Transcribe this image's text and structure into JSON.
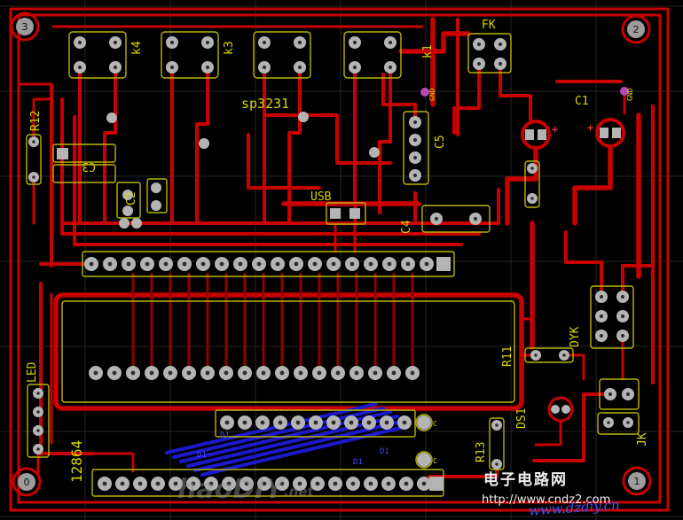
{
  "pcb": {
    "corner_markers": {
      "top_left": "3",
      "top_right": "2",
      "bottom_left": "0",
      "bottom_right": "1"
    },
    "designators": {
      "k4": "k4",
      "k3": "k3",
      "k1": "k1",
      "fk": "FK",
      "r12": "R12",
      "c3": "C3",
      "c2": "C2",
      "sp3231": "sp3231",
      "c5": "C5",
      "gnd_mid": "GND",
      "gnd_right": "GND",
      "usb": "USB",
      "c4": "C4",
      "c1": "C1",
      "led": "LED",
      "lcd": "12864",
      "r11": "R11",
      "dyk": "DYK",
      "ds1": "DS1",
      "r13": "R13",
      "jk": "JK",
      "tp_upper": "C",
      "tp_lower": "C",
      "d1": "D1",
      "d2": "D1",
      "d3": "D1",
      "d4": "D1",
      "plus_a": "+",
      "plus_b": "+"
    },
    "colors": {
      "bg": "#000000",
      "trace_red": "#c80000",
      "trace_dark": "#900000",
      "trace_blue": "#1a1acc",
      "silk": "#b8b400",
      "text_yellow": "#d8d400",
      "pad": "#b4b4b4",
      "via_magenta": "#b44cb4",
      "grid": "#262626",
      "watermark_white": "#f0f0f0",
      "watermark_blue": "#3a5bff"
    }
  },
  "watermarks": {
    "diy_name": "haoDIY",
    "diy_tld": ".net",
    "site_name": "电子电路网",
    "site_url": "http://www.cndz2.com",
    "script_text": "www.dzdiy.cn"
  }
}
